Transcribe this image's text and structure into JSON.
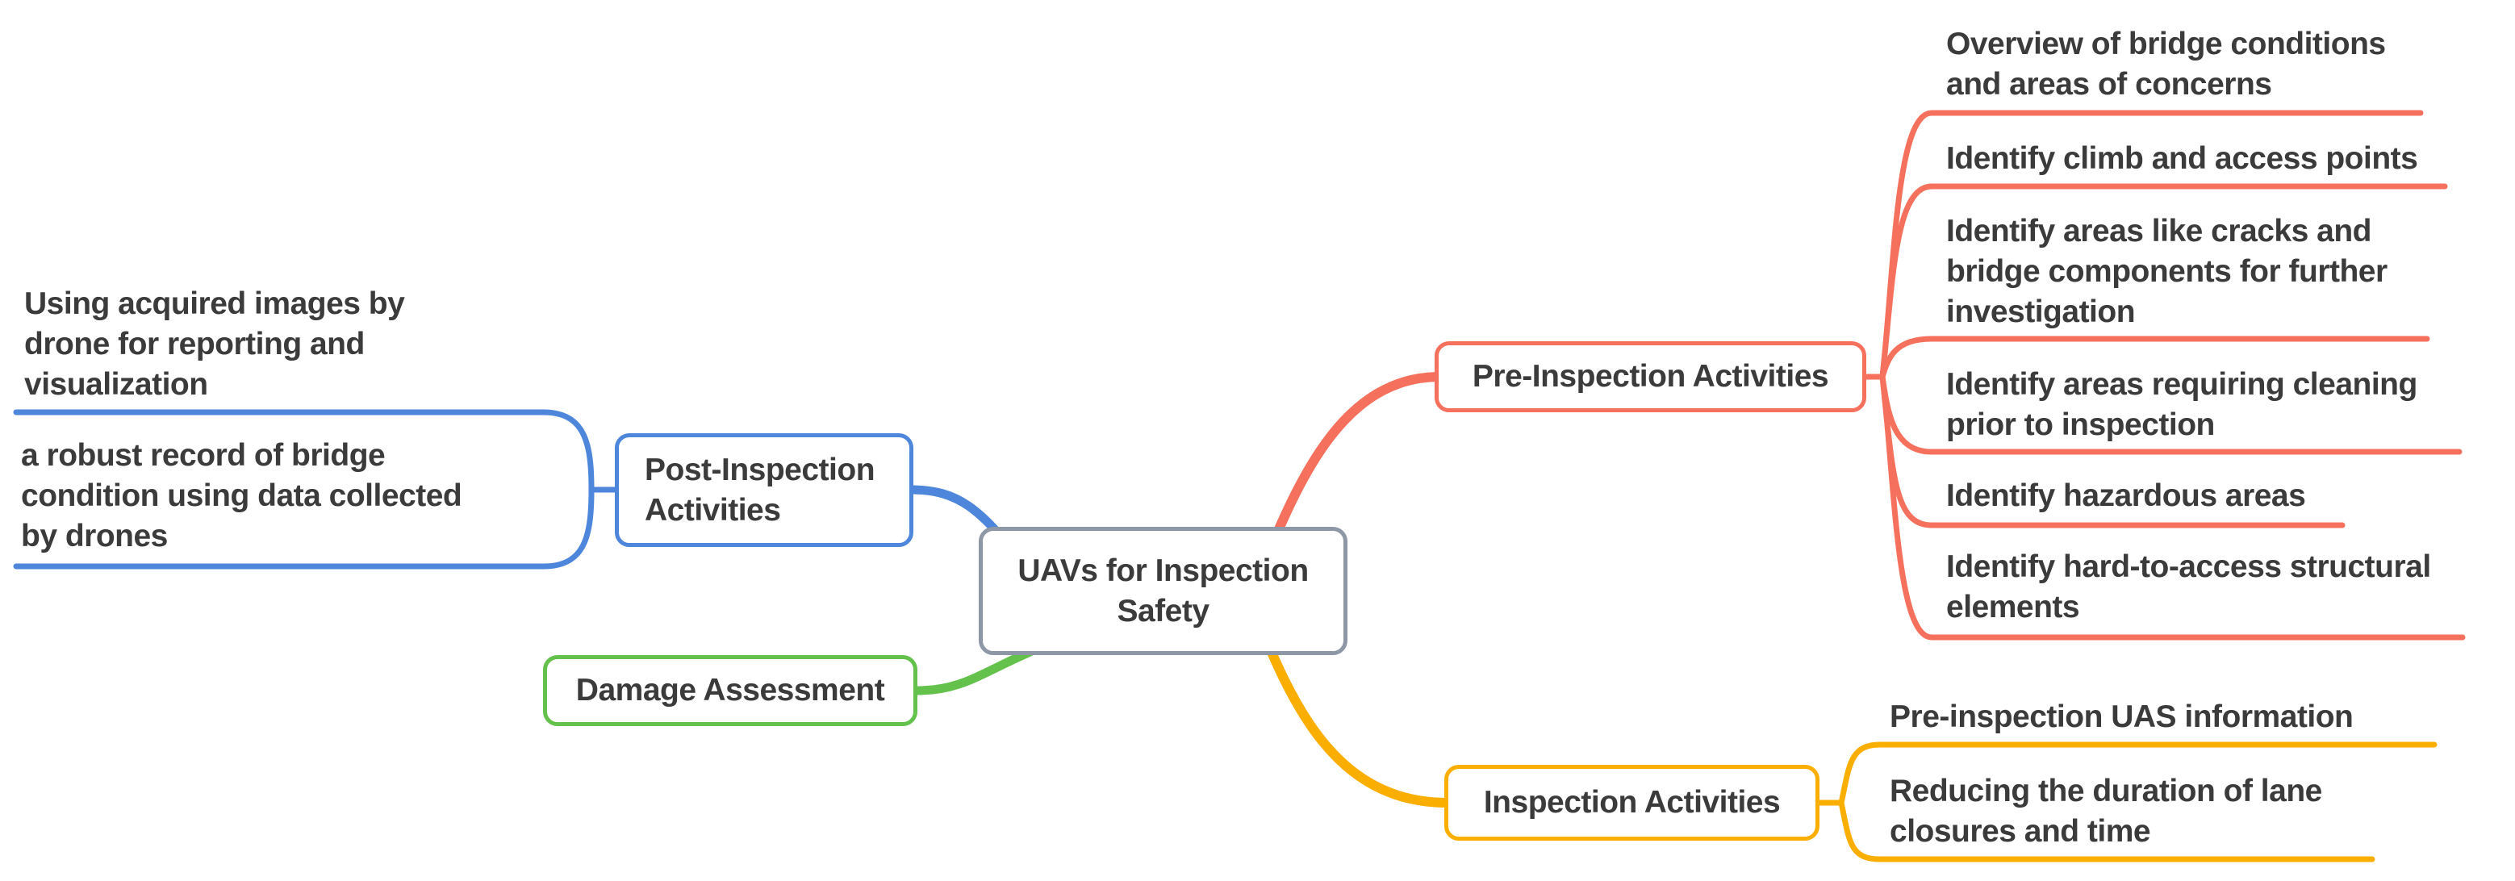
{
  "title": "UAVs for Inspection Safety",
  "colors": {
    "root_border": "#8D97A6",
    "text": "#3B3B3B",
    "background": "#FFFFFF",
    "blue": "#4D86DB",
    "green": "#63C14C",
    "red": "#F5715D",
    "amber": "#FAAE00"
  },
  "root": {
    "label": "UAVs for Inspection\nSafety"
  },
  "branches": [
    {
      "id": "post-inspection",
      "label": "Post-Inspection\nActivities",
      "color": "#4D86DB",
      "children": [
        {
          "label": "Using acquired images by\ndrone for reporting and\nvisualization"
        },
        {
          "label": "a robust record of bridge\ncondition using data collected\nby drones"
        }
      ]
    },
    {
      "id": "damage-assessment",
      "label": "Damage Assessment",
      "color": "#63C14C",
      "children": []
    },
    {
      "id": "pre-inspection",
      "label": "Pre-Inspection Activities",
      "color": "#F5715D",
      "children": [
        {
          "label": "Overview of bridge conditions\nand areas of concerns"
        },
        {
          "label": "Identify climb and access points"
        },
        {
          "label": "Identify areas like cracks and\nbridge components for further\ninvestigation"
        },
        {
          "label": "Identify areas requiring cleaning\nprior to inspection"
        },
        {
          "label": "Identify hazardous areas"
        },
        {
          "label": "Identify hard-to-access structural\nelements"
        }
      ]
    },
    {
      "id": "inspection-activities",
      "label": "Inspection Activities",
      "color": "#FAAE00",
      "children": [
        {
          "label": "Pre-inspection UAS information"
        },
        {
          "label": "Reducing the duration of lane\nclosures and time"
        }
      ]
    }
  ]
}
